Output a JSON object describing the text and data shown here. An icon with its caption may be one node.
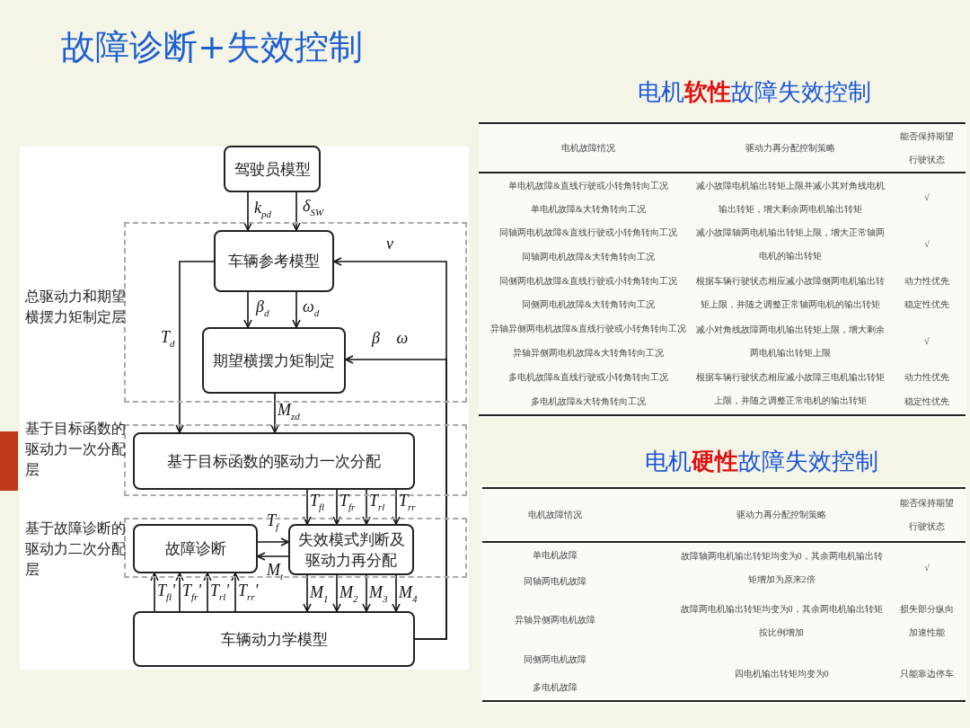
{
  "diagram": {
    "title": "故障诊断+失效控制",
    "nodes": [
      {
        "text": [
          "总驱动力和期望横摆力矩制定层"
        ]
      },
      {
        "text": [
          "驾驶员模型"
        ]
      },
      {
        "text": [
          "车辆参考模型"
        ],
        "in": 0
      },
      {
        "text": [
          "期望横摆力矩制定"
        ],
        "in": 0
      },
      {
        "text": [
          "基于目标函数的驱动力一次分配层"
        ]
      },
      {
        "text": [
          "基于目标函数的驱动力一次分配"
        ],
        "in": 4
      },
      {
        "text": [
          "基于故障诊断的驱动力二次分配层"
        ]
      },
      {
        "text": [
          "故障诊断"
        ],
        "in": 6
      },
      {
        "text": [
          "失效模式判断及驱动力再分配"
        ],
        "in": 6
      },
      {
        "text": [
          "车辆动力学模型"
        ]
      }
    ],
    "edges": [
      {
        "from": 1,
        "to": 2,
        "arrow": "to",
        "label": "k$_{pd}$"
      },
      {
        "from": 1,
        "to": 2,
        "arrow": "to",
        "label": "δ$_{SW}$"
      },
      {
        "from": 2,
        "to": 3,
        "arrow": "to",
        "label": "β$_{d}$"
      },
      {
        "from": 2,
        "to": 3,
        "arrow": "to",
        "label": "ω$_{d}$"
      },
      {
        "from": 2,
        "to": 5,
        "arrow": "to",
        "label": "T$_{d}$"
      },
      {
        "from": 3,
        "to": 5,
        "arrow": "to",
        "label": "M$_{zd}$"
      },
      {
        "from": 5,
        "to": 8,
        "arrow": "to",
        "label": "T$_{fl}$"
      },
      {
        "from": 5,
        "to": 8,
        "arrow": "to",
        "label": "T$_{fr}$"
      },
      {
        "from": 5,
        "to": 8,
        "arrow": "to",
        "label": "T$_{rl}$"
      },
      {
        "from": 5,
        "to": 8,
        "arrow": "to",
        "label": "T$_{rr}$"
      },
      {
        "from": 7,
        "to": 8,
        "arrow": "to",
        "label": "T$_{f}$"
      },
      {
        "from": 8,
        "to": 7,
        "arrow": "to",
        "label": "M$_{t}$"
      },
      {
        "from": 9,
        "to": 7,
        "arrow": "to",
        "label": "T$_{fl}$'"
      },
      {
        "from": 9,
        "to": 7,
        "arrow": "to",
        "label": "T$_{fr}$'"
      },
      {
        "from": 9,
        "to": 7,
        "arrow": "to",
        "label": "T$_{rl}$'"
      },
      {
        "from": 9,
        "to": 7,
        "arrow": "to",
        "label": "T$_{rr}$'"
      },
      {
        "from": 8,
        "to": 9,
        "arrow": "to",
        "label": "M$_{1}$"
      },
      {
        "from": 8,
        "to": 9,
        "arrow": "to",
        "label": "M$_{2}$"
      },
      {
        "from": 8,
        "to": 9,
        "arrow": "to",
        "label": "M$_{3}$"
      },
      {
        "from": 8,
        "to": 9,
        "arrow": "to",
        "label": "M$_{4}$"
      },
      {
        "from": 9,
        "to": 2,
        "arrow": "to",
        "label": "v"
      },
      {
        "from": 9,
        "to": 3,
        "arrow": "to",
        "label": "β ω"
      }
    ],
    "labels": [
      "电机**软性**故障失效控制",
      "电机故障情况",
      "驱动力再分配控制策略",
      "能否保持期望行驶状态",
      "单电机故障&直线行驶或小转角转向工况",
      "单电机故障&大转角转向工况",
      "减小故障电机输出转矩上限并减小其对角线电机输出转矩，增大剩余两电机输出转矩",
      "√",
      "同轴两电机故障&直线行驶或小转角转向工况",
      "同轴两电机故障&大转角转向工况",
      "减小故障轴两电机输出转矩上限，增大正常轴两电机的输出转矩",
      "√",
      "同侧两电机故障&直线行驶或小转角转向工况",
      "同侧两电机故障&大转角转向工况",
      "根据车辆行驶状态相应减小故障侧两电机输出转矩上限，并随之调整正常轴两电机的输出转矩",
      "动力性优先",
      "稳定性优先",
      "异轴异侧两电机故障&直线行驶或小转角转向工况",
      "异轴异侧两电机故障&大转角转向工况",
      "减小对角线故障两电机输出转矩上限，增大剩余两电机输出转矩上限",
      "√",
      "多电机故障&直线行驶或小转角转向工况",
      "多电机故障&大转角转向工况",
      "根据车辆行驶状态相应减小故障三电机输出转矩上限，并随之调整正常电机的输出转矩",
      "动力性优先",
      "稳定性优先",
      "电机**硬性**故障失效控制",
      "电机故障情况",
      "驱动力再分配控制策略",
      "能否保持期望行驶状态",
      "单电机故障",
      "同轴两电机故障",
      "故障轴两电机输出转矩均变为0，其余两电机输出转矩增加为原来2倍",
      "√",
      "异轴异侧两电机故障",
      "故障两电机输出转矩均变为0，其余两电机输出转矩按比例增加",
      "损失部分纵向加速性能",
      "同侧两电机故障",
      "多电机故障",
      "四电机输出转矩均变为0",
      "只能靠边停车"
    ]
  }
}
